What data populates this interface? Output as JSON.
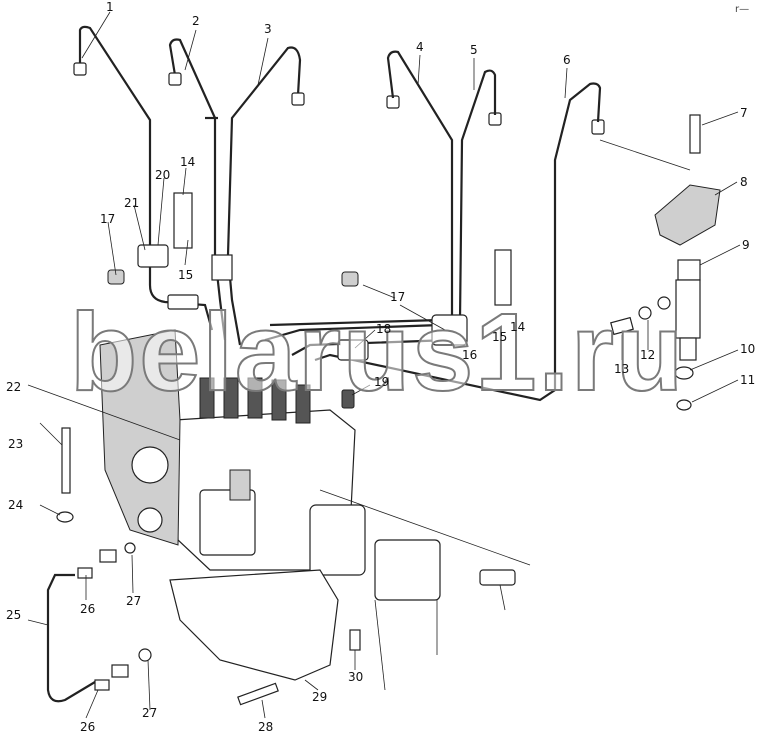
{
  "watermark": "belarus1.ru",
  "corner_mark": "r—",
  "callouts": [
    {
      "id": "c1",
      "text": "1"
    },
    {
      "id": "c2",
      "text": "2"
    },
    {
      "id": "c3",
      "text": "3"
    },
    {
      "id": "c4",
      "text": "4"
    },
    {
      "id": "c5",
      "text": "5"
    },
    {
      "id": "c6",
      "text": "6"
    },
    {
      "id": "c7",
      "text": "7"
    },
    {
      "id": "c8",
      "text": "8"
    },
    {
      "id": "c9",
      "text": "9"
    },
    {
      "id": "c10",
      "text": "10"
    },
    {
      "id": "c11",
      "text": "11"
    },
    {
      "id": "c12",
      "text": "12"
    },
    {
      "id": "c13",
      "text": "13"
    },
    {
      "id": "c14a",
      "text": "14"
    },
    {
      "id": "c14b",
      "text": "14"
    },
    {
      "id": "c15a",
      "text": "15"
    },
    {
      "id": "c15b",
      "text": "15"
    },
    {
      "id": "c16",
      "text": "16"
    },
    {
      "id": "c17a",
      "text": "17"
    },
    {
      "id": "c17b",
      "text": "17"
    },
    {
      "id": "c18",
      "text": "18"
    },
    {
      "id": "c19",
      "text": "19"
    },
    {
      "id": "c20",
      "text": "20"
    },
    {
      "id": "c21",
      "text": "21"
    },
    {
      "id": "c22",
      "text": "22"
    },
    {
      "id": "c23",
      "text": "23"
    },
    {
      "id": "c24",
      "text": "24"
    },
    {
      "id": "c25",
      "text": "25"
    },
    {
      "id": "c26a",
      "text": "26"
    },
    {
      "id": "c26b",
      "text": "26"
    },
    {
      "id": "c27a",
      "text": "27"
    },
    {
      "id": "c27b",
      "text": "27"
    },
    {
      "id": "c28",
      "text": "28"
    },
    {
      "id": "c29",
      "text": "29"
    },
    {
      "id": "c30",
      "text": "30"
    }
  ]
}
